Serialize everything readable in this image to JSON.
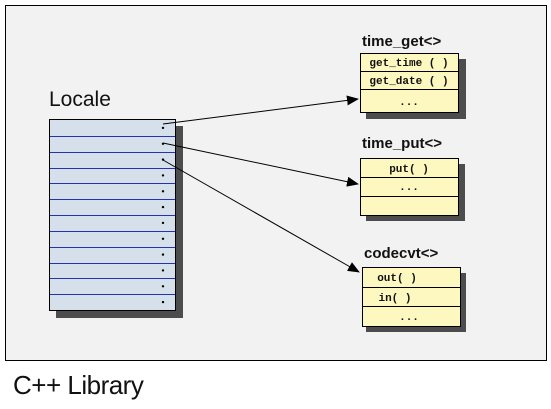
{
  "caption": "C++ Library",
  "locale": {
    "title": "Locale",
    "slot_count": 12
  },
  "facets": [
    {
      "id": "time_get",
      "title": "time_get<>",
      "rows": [
        "get_time ( )",
        "get_date ( )",
        "..."
      ]
    },
    {
      "id": "time_put",
      "title": "time_put<>",
      "rows": [
        "put( )",
        "...",
        ""
      ]
    },
    {
      "id": "codecvt",
      "title": "codecvt<>",
      "rows": [
        "out( )",
        "in( )",
        "..."
      ]
    }
  ],
  "links": [
    {
      "from_slot": 0,
      "to_facet": 0
    },
    {
      "from_slot": 1,
      "to_facet": 1
    },
    {
      "from_slot": 2,
      "to_facet": 2
    }
  ],
  "colors": {
    "panel_fill": "#f2f2f2",
    "panel_stroke": "#000000",
    "locale_fill": "#d6e0ea",
    "locale_line": "#2a2fb8",
    "facet_fill": "#fdf8c0",
    "shadow": "#4d4d4d",
    "arrow": "#000000"
  }
}
